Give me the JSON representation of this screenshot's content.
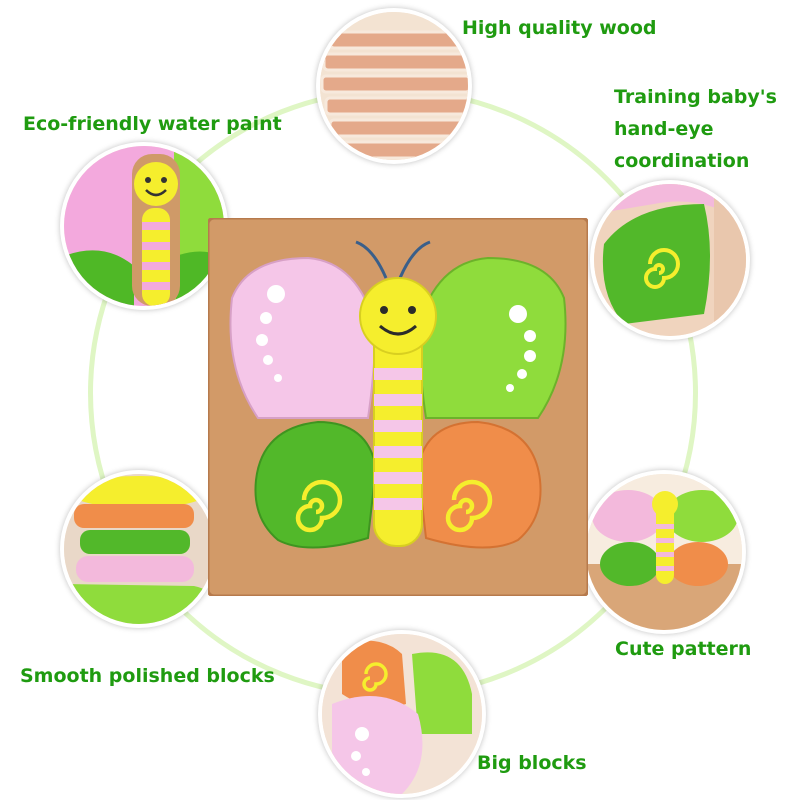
{
  "labels": {
    "high_quality_wood": "High quality wood",
    "eco_friendly": "Eco-friendly water paint",
    "training": "Training baby's\nhand-eye\ncoordination",
    "smooth_polished": "Smooth polished blocks",
    "cute_pattern": "Cute pattern",
    "big_blocks": "Big blocks"
  },
  "colors": {
    "label_green": "#1f9b10",
    "ring": "#dff6c4",
    "wood": "#d29a68",
    "wing_pink": "#f5c6e8",
    "wing_green": "#8fdc3c",
    "lower_green": "#52b82a",
    "lower_orange": "#f08d4a",
    "body_yellow": "#f5ee2d"
  }
}
